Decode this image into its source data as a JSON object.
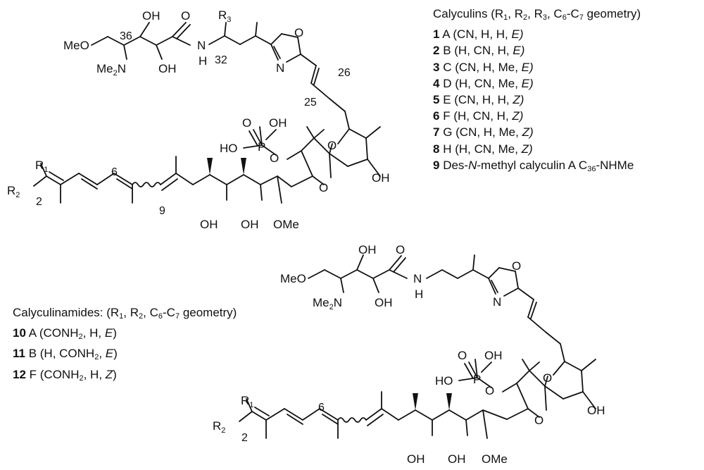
{
  "calyculins_legend": {
    "header": {
      "prefix": "Calyculins (R",
      "r1": "1",
      "c1": ", R",
      "r2": "2",
      "c2": ", R",
      "r3": "3",
      "c3": ", C",
      "s6": "6",
      "dash": "-C",
      "s7": "7",
      "suffix": " geometry)"
    },
    "entries": [
      {
        "num": "1",
        "text": " A (CN, H, H, ",
        "geom": "E)"
      },
      {
        "num": "2",
        "text": " B (H, CN, H, ",
        "geom": "E)"
      },
      {
        "num": "3",
        "text": " C (CN, H, Me, ",
        "geom": "E)"
      },
      {
        "num": "4",
        "text": " D (H, CN, Me, ",
        "geom": "E)"
      },
      {
        "num": "5",
        "text": " E (CN, H, H, ",
        "geom": "Z)"
      },
      {
        "num": "6",
        "text": " F (H, CN, H, ",
        "geom": "Z)"
      },
      {
        "num": "7",
        "text": " G (CN, H, Me, ",
        "geom": "Z)"
      },
      {
        "num": "8",
        "text": " H (H, CN, Me, ",
        "geom": "Z)"
      }
    ],
    "last": {
      "num": "9",
      "pre": " Des-",
      "ital": "N",
      "post": "-methyl calyculin A C",
      "sub": "36",
      "tail": "-NHMe"
    }
  },
  "calyculinamides_legend": {
    "header": {
      "prefix": "Calyculinamides: (R",
      "r1": "1",
      "c1": ", R",
      "r2": "2",
      "c2": ", C",
      "s6": "6",
      "dash": "-C",
      "s7": "7",
      "suffix": " geometry)"
    },
    "entries": [
      {
        "num": "10",
        "pre": " A (CONH",
        "sub": "2",
        "post": ", H, ",
        "geom": "E",
        "close": ")"
      },
      {
        "num": "11",
        "pre": " B (H, CONH",
        "sub": "2",
        "post": ", ",
        "geom": "E",
        "close": ")"
      },
      {
        "num": "12",
        "pre": " F (CONH",
        "sub": "2",
        "post": ", H, ",
        "geom": "Z",
        "close": ")"
      }
    ]
  },
  "structure_top": {
    "atoms": {
      "oh_top": "OH",
      "o_carbonyl": "O",
      "meo": "MeO",
      "c36": "36",
      "me2n": "Me",
      "me2n_sub": "2",
      "me2n_n": "N",
      "oh_bottom": "OH",
      "nh_n": "N",
      "nh_h": "H",
      "c32": "32",
      "r3": "R",
      "r3_sub": "3",
      "ox_o": "O",
      "ox_n": "N",
      "c26": "26",
      "c25": "25",
      "p_o_top": "O",
      "p_oh_top": "OH",
      "p": "P",
      "ho_p": "HO",
      "o_link": "O",
      "spiro_o1": "O",
      "spiro_o2": "O",
      "oh_ring": "OH",
      "r1": "R",
      "r1_sub": "1",
      "r2": "R",
      "r2_sub": "2",
      "c2": "2",
      "c6": "6",
      "c9": "9",
      "oh_a": "OH",
      "oh_b": "OH",
      "ome": "OMe"
    }
  },
  "structure_bottom": {
    "atoms": {
      "oh_top": "OH",
      "o_carbonyl": "O",
      "meo": "MeO",
      "me2n": "Me",
      "me2n_sub": "2",
      "me2n_n": "N",
      "oh_bottom": "OH",
      "nh_n": "N",
      "nh_h": "H",
      "ox_o": "O",
      "ox_n": "N",
      "p_o_top": "O",
      "p_oh_top": "OH",
      "p": "P",
      "ho_p": "HO",
      "o_link": "O",
      "spiro_o1": "O",
      "spiro_o2": "O",
      "oh_ring": "OH",
      "r1": "R",
      "r1_sub": "1",
      "r2": "R",
      "r2_sub": "2",
      "c2": "2",
      "c6": "6",
      "oh_a": "OH",
      "oh_b": "OH",
      "ome": "OMe"
    }
  }
}
